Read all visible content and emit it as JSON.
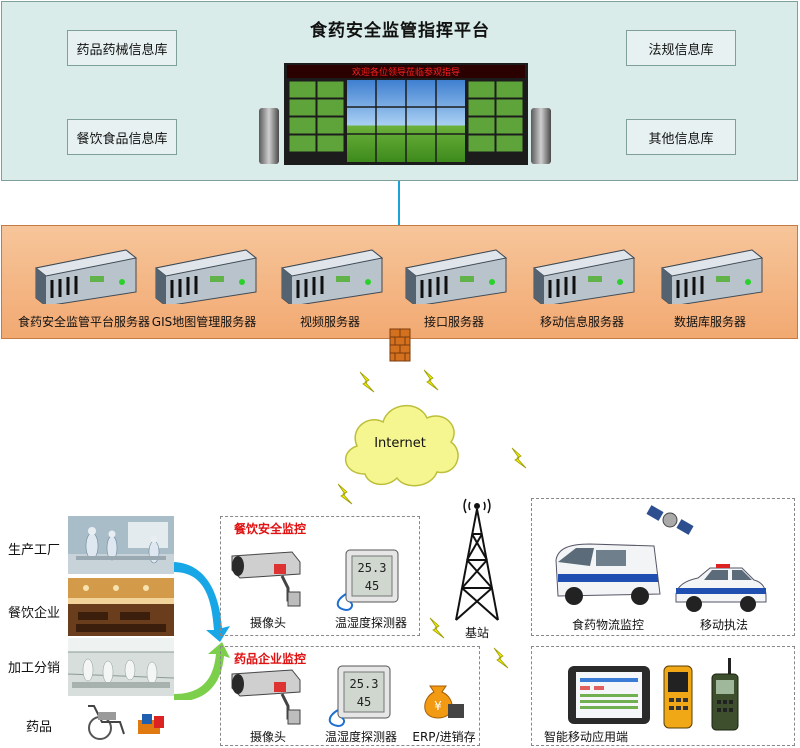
{
  "top": {
    "title": "食药安全监管指挥平台",
    "databases": {
      "drug_device": "药品药械信息库",
      "catering_food": "餐饮食品信息库",
      "regulations": "法规信息库",
      "other": "其他信息库"
    },
    "led_banner": "欢迎各位领导莅临参观指导"
  },
  "servers": [
    {
      "label": "食药安全监管平台服务器"
    },
    {
      "label": "GIS地图管理服务器"
    },
    {
      "label": "视频服务器"
    },
    {
      "label": "接口服务器"
    },
    {
      "label": "移动信息服务器"
    },
    {
      "label": "数据库服务器"
    }
  ],
  "network": {
    "internet": "Internet",
    "base_station": "基站"
  },
  "sources": {
    "factory": "生产工厂",
    "catering": "餐饮企业",
    "processing": "加工分销",
    "drugs": "药品"
  },
  "catering_monitor": {
    "title": "餐饮安全监控",
    "camera": "摄像头",
    "sensor": "温湿度探测器",
    "sensor_temp": "25.3",
    "sensor_hum": "45"
  },
  "drug_monitor": {
    "title": "药品企业监控",
    "camera": "摄像头",
    "sensor": "温湿度探测器",
    "erp": "ERP/进销存",
    "sensor_temp": "25.3",
    "sensor_hum": "45"
  },
  "mobile": {
    "logistics": "食药物流监控",
    "enforcement": "移动执法",
    "app": "智能移动应用端"
  },
  "colors": {
    "top_bg": "#d9ece9",
    "server_bg": "#f2a972",
    "link": "#1aa3d8",
    "arrow_blue": "#18a7e6",
    "arrow_green": "#7ccf4a",
    "red_title": "#e01010",
    "bolt": "#f4f000"
  }
}
